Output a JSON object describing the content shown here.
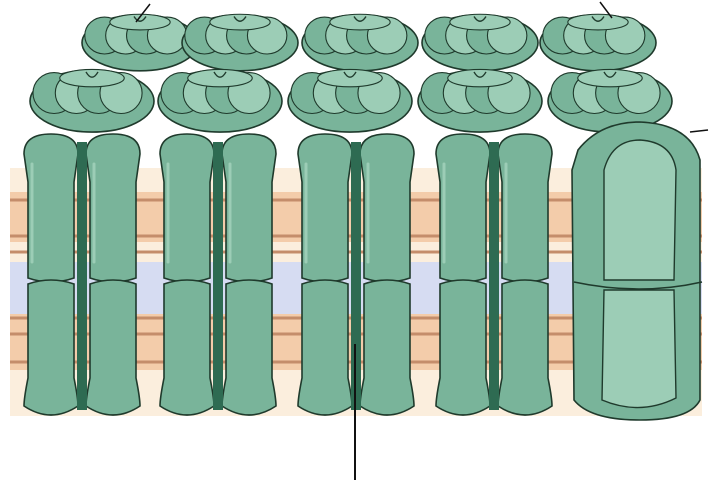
{
  "diagram": {
    "subject": "gap-junction-connexons",
    "layers": [
      {
        "name": "cytoplasm",
        "color": "#fbeedd"
      },
      {
        "name": "membrane-band",
        "color": "#f3ccaa"
      },
      {
        "name": "membrane-line",
        "color": "#c48d6b"
      },
      {
        "name": "extracellular-gap",
        "color": "#d6dcf2"
      }
    ],
    "colors": {
      "connexin": "#79b49a",
      "connexin_light": "#9ccdb6",
      "connexin_dark": "#3f7a60",
      "channel": "#2e6b52",
      "outline": "#1f3a2c",
      "leader_line": "#111111",
      "background": "#ffffff"
    },
    "connexon_grid": {
      "back_rows": 2,
      "columns": 5,
      "front_channels": 5,
      "cutaway_channels": 4,
      "intact_channels": 1
    },
    "leader_lines": 4
  }
}
